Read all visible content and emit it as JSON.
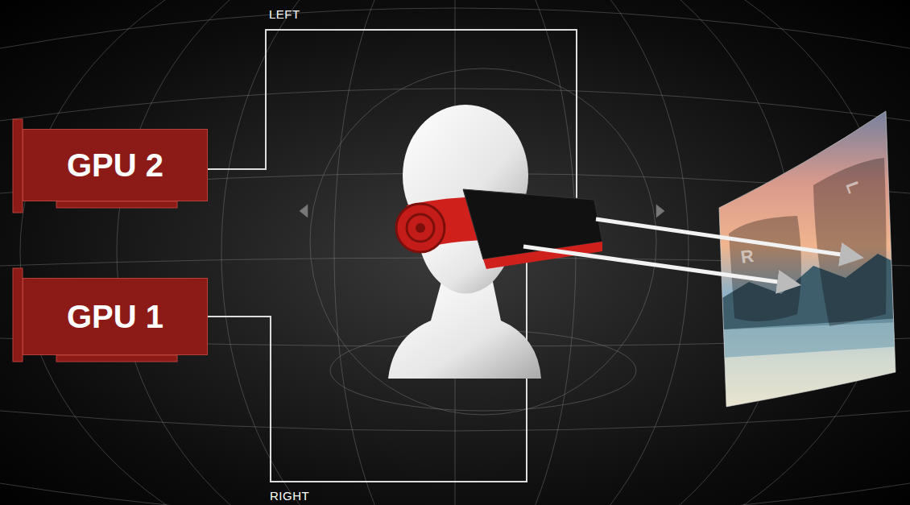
{
  "diagram": {
    "nodes": [
      {
        "text": [
          "GPU 2"
        ]
      },
      {
        "text": [
          "GPU 1"
        ]
      }
    ],
    "labels": [
      "LEFT",
      "RIGHT",
      "R",
      "L"
    ]
  }
}
